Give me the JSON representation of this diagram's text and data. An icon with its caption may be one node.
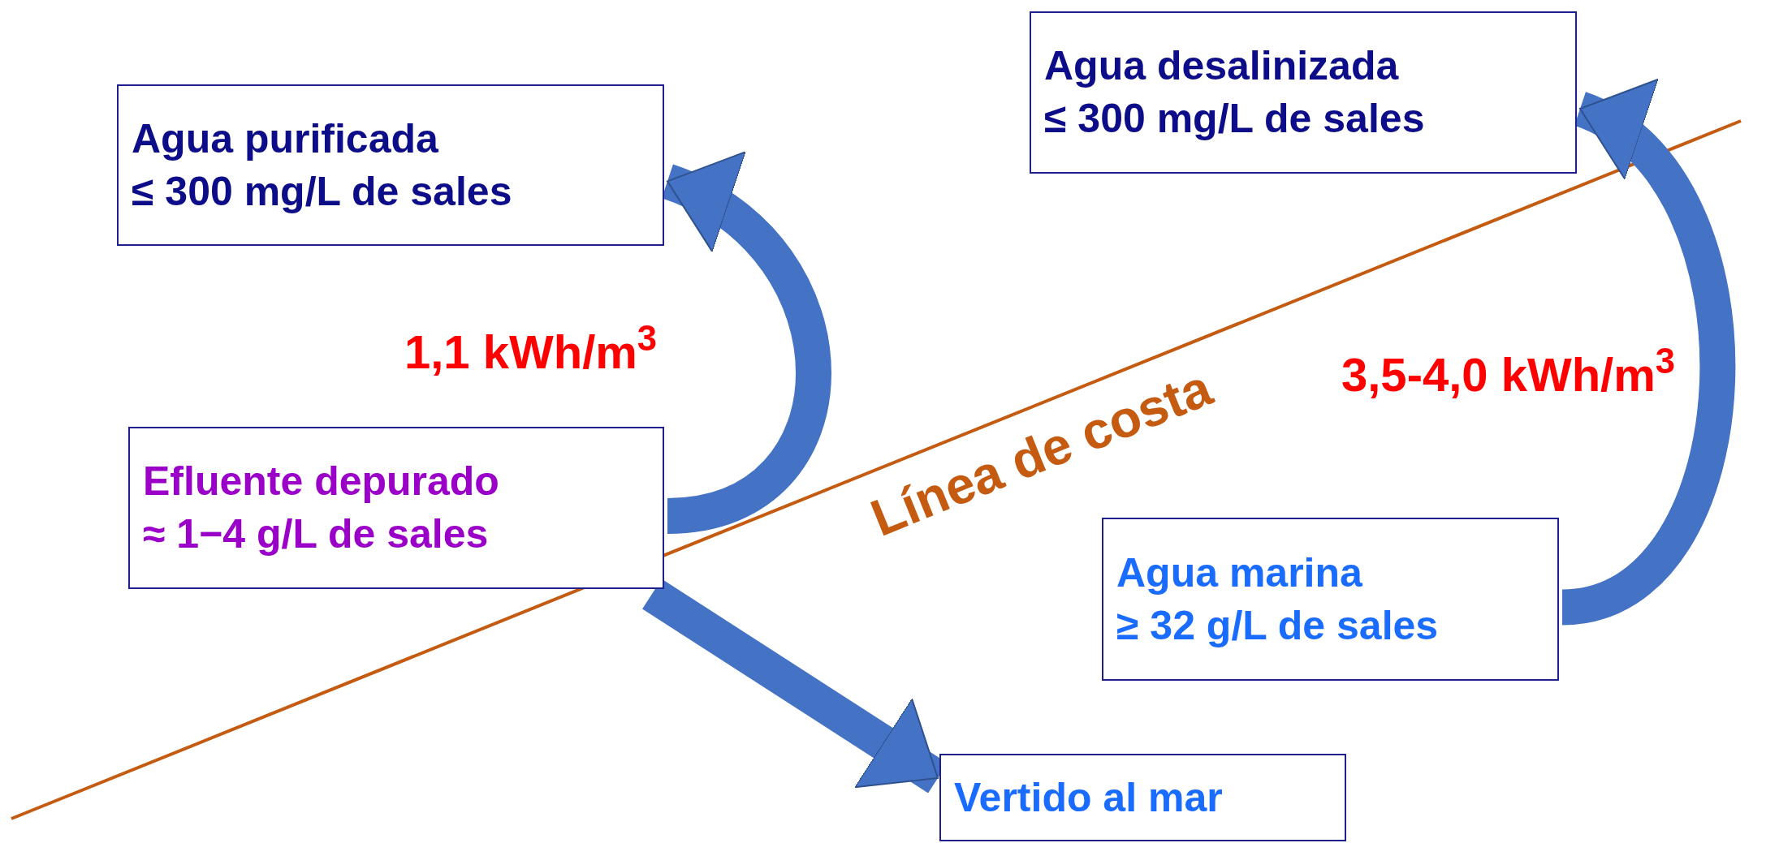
{
  "diagram": {
    "nodes": [
      {
        "text": [
          "Agua purificada",
          "≤ 300 mg/L de sales"
        ]
      },
      {
        "text": [
          "Agua desalinizada",
          "≤ 300 mg/L de sales"
        ]
      },
      {
        "text": [
          "Efluente depurado",
          "≈ 1−4 g/L de sales"
        ]
      },
      {
        "text": [
          "Agua marina",
          "≥ 32 g/L de sales"
        ]
      },
      {
        "text": [
          "Vertido al mar"
        ]
      }
    ],
    "edges": [
      {
        "from": 2,
        "to": 0,
        "arrow": "to",
        "label": "1,1 kWh/m$^{3}$"
      },
      {
        "from": 3,
        "to": 1,
        "arrow": "to",
        "label": "3,5-4,0 kWh/m$^{3}$"
      },
      {
        "from": 2,
        "to": 4,
        "arrow": "to"
      }
    ],
    "labels": [
      "Línea de costa"
    ]
  }
}
